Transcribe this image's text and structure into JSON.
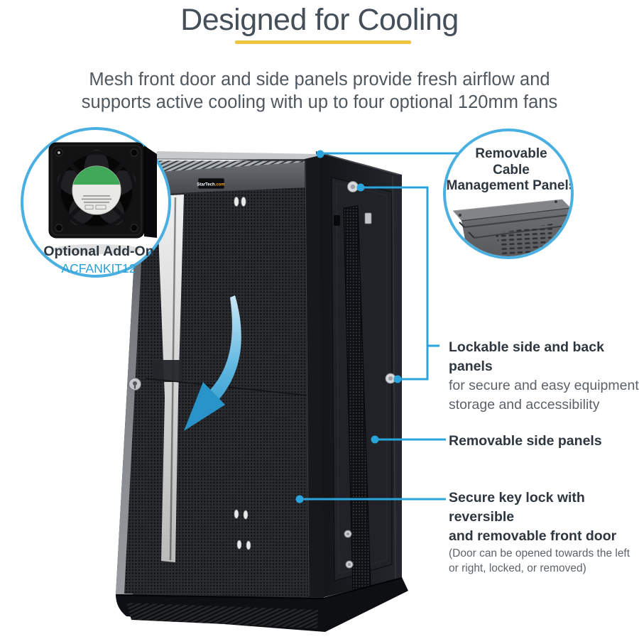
{
  "header": {
    "title": "Designed for Cooling",
    "subtitle_line1": "Mesh front door and side panels provide fresh airflow and",
    "subtitle_line2": "supports active cooling with up to four optional 120mm fans"
  },
  "fan_callout": {
    "caption": "Optional Add-On",
    "sku": "ACFANKIT12"
  },
  "panel_callout": {
    "line1": "Removable",
    "line2": "Cable",
    "line3": "Management Panels"
  },
  "annotations": {
    "lockable": {
      "bold": "Lockable side and back panels",
      "line2": "for secure and easy equipment",
      "line3": "storage and accessibility"
    },
    "side_panels": {
      "bold": "Removable side panels"
    },
    "key_lock": {
      "bold1": "Secure key lock with reversible",
      "bold2": "and removable front door",
      "note1": "(Door can be opened towards the left",
      "note2": "or right, locked, or removed)"
    }
  },
  "cabinet": {
    "brand_label": "StarTech",
    "brand_label_suffix": ".com"
  },
  "colors": {
    "accent_blue": "#2aa4dc",
    "circle_border_blue": "#49b0e1",
    "underline_yellow": "#eec440",
    "heading_text": "#454f59",
    "body_text": "#4f575f",
    "bold_text": "#2e363f",
    "arrow_blue": "#3aa5d8",
    "sku_blue": "#2d9fd6"
  }
}
